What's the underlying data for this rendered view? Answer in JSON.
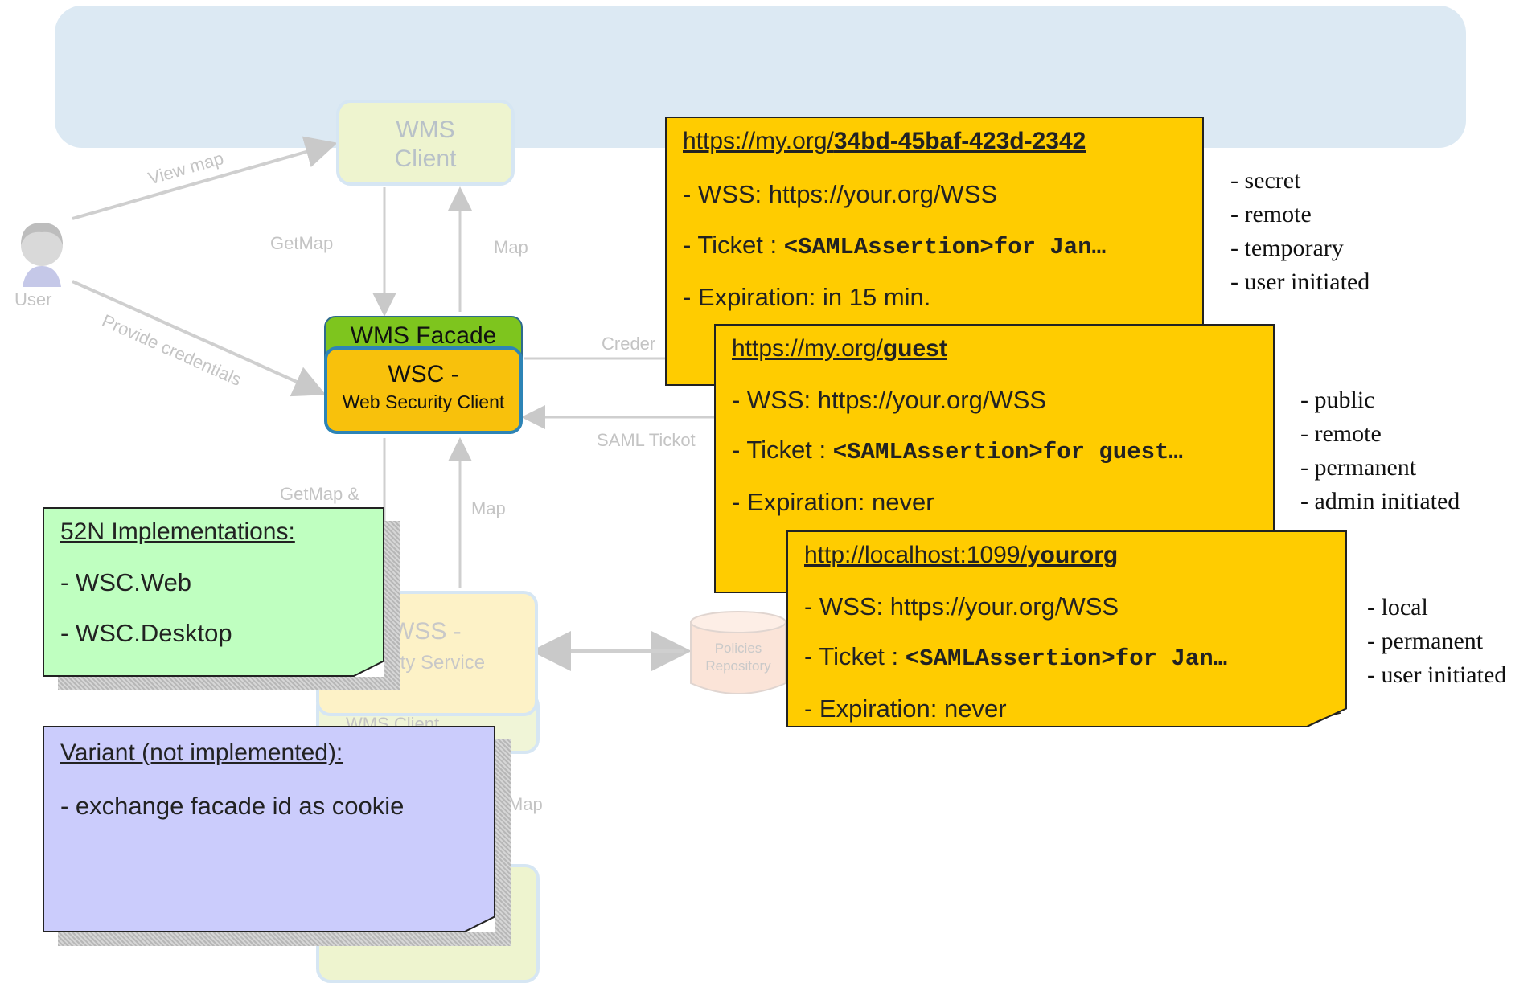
{
  "diagram": {
    "faded_nodes": {
      "wms_client_top_line1": "WMS",
      "wms_client_top_line2": "Client",
      "wss_line1": "WSS -",
      "wss_line2": "curity Service",
      "wms_client_mid": "WMS Client",
      "policies_line1": "Policies",
      "policies_line2": "Repository",
      "user": "User"
    },
    "faded_edges": {
      "view_map": "View map",
      "provide_credentials": "Provide credentials",
      "getmap_top": "GetMap",
      "map_top": "Map",
      "credentials": "Creder",
      "saml_ticket": "SAML Tickot",
      "getmap_and": "GetMap &",
      "map_mid": "Map",
      "map_bottom": "Map"
    },
    "facade": {
      "title": "WMS Facade",
      "main_line1": "WSC -",
      "main_line2": "Web Security Client"
    },
    "notes": [
      {
        "url_prefix": "https://my.org/",
        "url_id": "34bd-45baf-423d-2342",
        "wss": "- WSS: https://your.org/WSS",
        "ticket_prefix": "- Ticket : ",
        "ticket_code": "<SAMLAssertion>for Jan…",
        "expiration": "- Expiration: in 15 min.",
        "props": [
          "- secret",
          "- remote",
          "- temporary",
          "- user initiated"
        ]
      },
      {
        "url_prefix": "https://my.org/",
        "url_id": "guest",
        "wss": "- WSS: https://your.org/WSS",
        "ticket_prefix": "- Ticket : ",
        "ticket_code": "<SAMLAssertion>for guest…",
        "expiration": "- Expiration: never",
        "props": [
          "- public",
          "- remote",
          "- permanent",
          "- admin initiated"
        ]
      },
      {
        "url_prefix": "http://localhost:1099/",
        "url_id": "yourorg",
        "wss": "- WSS: https://your.org/WSS",
        "ticket_prefix": "- Ticket : ",
        "ticket_code": "<SAMLAssertion>for Jan…",
        "expiration": "- Expiration: never",
        "props": [
          "- local",
          "- permanent",
          "- user initiated"
        ]
      }
    ],
    "implementations": {
      "title": "52N Implementations:",
      "items": [
        "- WSC.Web",
        "- WSC.Desktop"
      ]
    },
    "variant": {
      "title": "Variant (not implemented):",
      "items": [
        "- exchange facade id as cookie"
      ]
    },
    "colors": {
      "note_yellow": "#ffcc00",
      "facade_green": "#7ec51e",
      "facade_orange": "#f8c10c",
      "impl_green": "#bfffc0",
      "variant_purple": "#cbccfc",
      "banner": "#dce9f3"
    }
  }
}
